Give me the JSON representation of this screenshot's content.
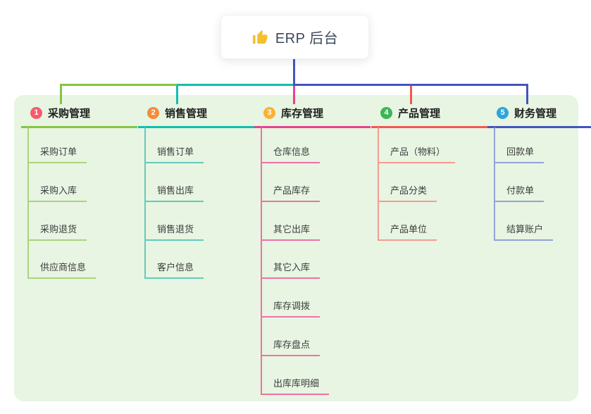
{
  "root": {
    "title": "ERP 后台",
    "icon": "thumbs-up-icon",
    "stem_color": "#4355c0"
  },
  "canvas": {
    "background": "#ffffff",
    "panel_color": "#e7f5e2"
  },
  "branches": [
    {
      "badge": "1",
      "label": "采购管理",
      "badge_color": "#f55b6d",
      "line_color": "#85c540",
      "sub_line_color": "#aad47f",
      "items": [
        "采购订单",
        "采购入库",
        "采购退货",
        "供应商信息"
      ]
    },
    {
      "badge": "2",
      "label": "销售管理",
      "badge_color": "#f58b3c",
      "line_color": "#10bfb0",
      "sub_line_color": "#63cabc",
      "items": [
        "销售订单",
        "销售出库",
        "销售退货",
        "客户信息"
      ]
    },
    {
      "badge": "3",
      "label": "库存管理",
      "badge_color": "#f9b233",
      "line_color": "#e9418e",
      "sub_line_color": "#ef71a7",
      "items": [
        "仓库信息",
        "产品库存",
        "其它出库",
        "其它入库",
        "库存调拨",
        "库存盘点",
        "出库库明细"
      ]
    },
    {
      "badge": "4",
      "label": "产品管理",
      "badge_color": "#3bb654",
      "line_color": "#f25955",
      "sub_line_color": "#f69b93",
      "items": [
        "产品（物料）",
        "产品分类",
        "产品单位"
      ]
    },
    {
      "badge": "5",
      "label": "财务管理",
      "badge_color": "#2fa3dc",
      "line_color": "#4355c0",
      "sub_line_color": "#91a3d9",
      "items": [
        "回款单",
        "付款单",
        "结算账户"
      ]
    }
  ]
}
